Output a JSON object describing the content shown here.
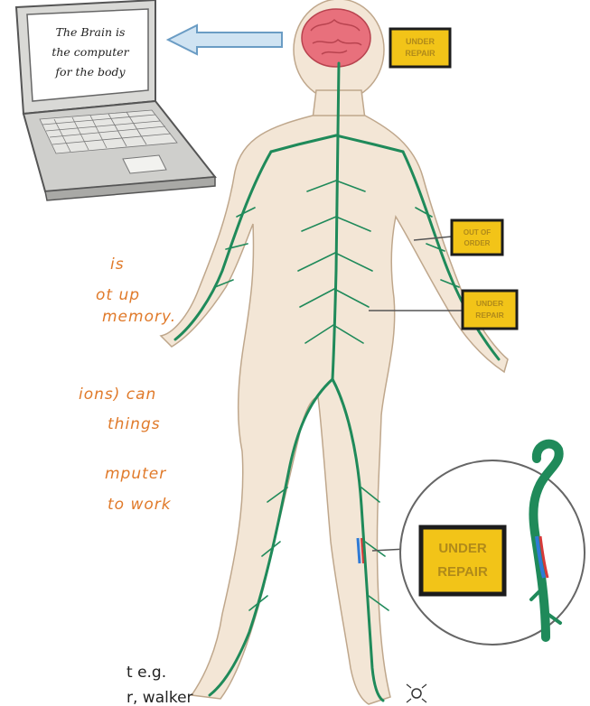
{
  "laptop": {
    "screen_lines": [
      "The Brain is",
      "the computer",
      "for the body"
    ]
  },
  "signs": {
    "head": [
      "UNDER",
      "REPAIR"
    ],
    "arm": [
      "OUT OF",
      "ORDER"
    ],
    "waist": [
      "UNDER",
      "REPAIR"
    ],
    "zoom": [
      "UNDER",
      "REPAIR"
    ]
  },
  "text_fragments": {
    "line1": "is",
    "line2": "ot up",
    "line3": "memory.",
    "line4": "ions) can",
    "line5": "things",
    "line6": "mputer",
    "line7": "to work",
    "line8": "t e.g.",
    "line9": "r, walker"
  },
  "colors": {
    "nerve": "#1f8a5a",
    "skin": "#f3e6d6",
    "brain": "#e8707c",
    "sign_yellow": "#f2c418",
    "sign_black": "#1c1c1c",
    "accent_text": "#e07a2a"
  }
}
